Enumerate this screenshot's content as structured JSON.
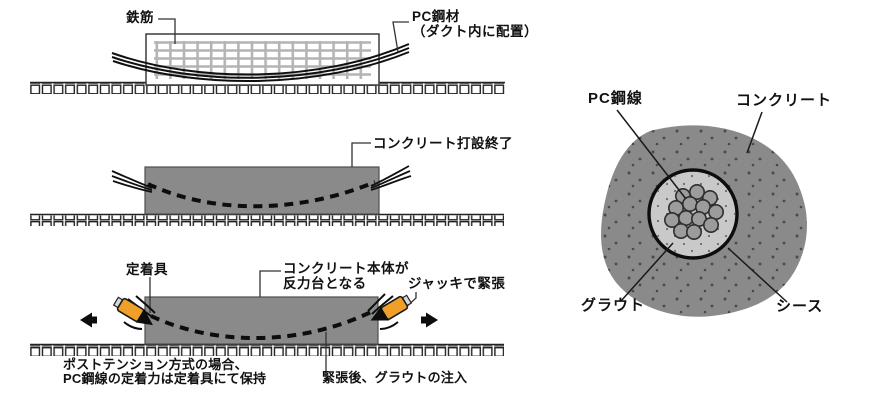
{
  "figure": {
    "panel1": {
      "rebar_label": "鉄筋",
      "tendon_label_line1": "PC鋼材",
      "tendon_label_line2": "（ダクト内に配置）"
    },
    "panel2": {
      "concrete_done_label": "コンクリート打設終了"
    },
    "panel3": {
      "anchorage_label": "定着具",
      "reaction_label_line1": "コンクリート本体が",
      "reaction_label_line2": "反力台となる",
      "jack_label": "ジャッキで緊張",
      "note_line1": "ポストテンション方式の場合、",
      "note_line2": "PC鋼線の定着力は定着具にて保持",
      "grout_injection_label": "緊張後、グラウトの注入"
    },
    "cross_section": {
      "pc_wire_label": "PC鋼線",
      "concrete_label": "コンクリート",
      "grout_label": "グラウト",
      "sheath_label": "シース"
    }
  },
  "colors": {
    "concrete": "#8a8a8a",
    "concrete_border": "#4f4f4f",
    "rebar": "#b4b4b4",
    "jack": "#f0a028",
    "grout": "#c9c9c9",
    "wire": "#9c9c9c",
    "line": "#1a1a1a"
  }
}
